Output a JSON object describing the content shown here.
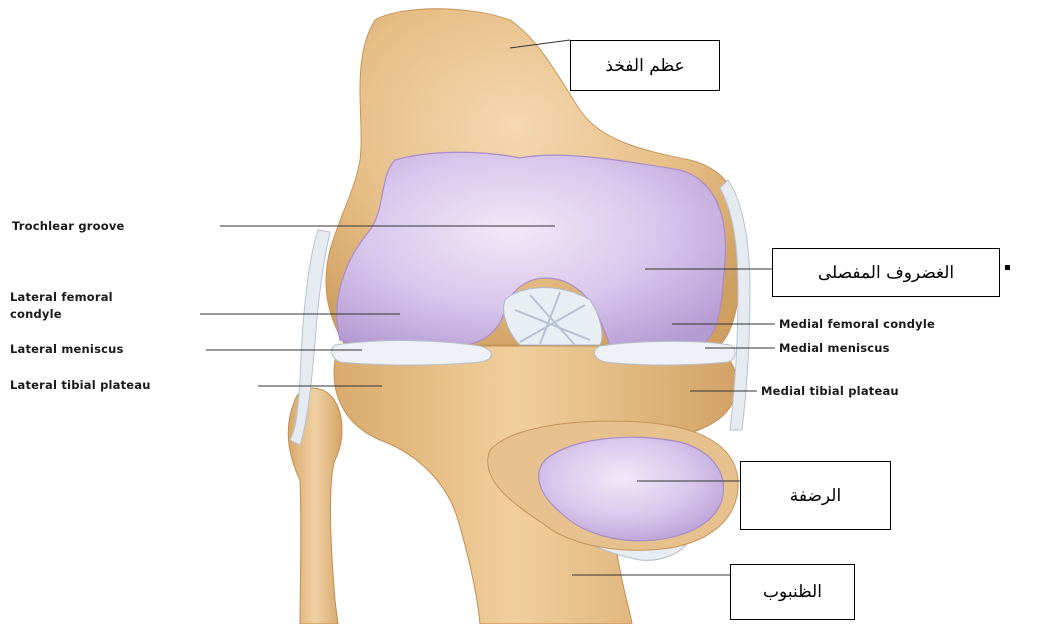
{
  "labels_english": {
    "trochlear_groove": "Trochlear groove",
    "lateral_femoral_condyle_1": "Lateral femoral",
    "lateral_femoral_condyle_2": "condyle",
    "lateral_meniscus": "Lateral meniscus",
    "lateral_tibial_plateau": "Lateral tibial plateau",
    "medial_femoral_condyle": "Medial femoral condyle",
    "medial_meniscus": "Medial meniscus",
    "medial_tibial_plateau": "Medial tibial plateau"
  },
  "labels_arabic": {
    "femur": "عظم الفخذ",
    "articular_cartilage": "الغضروف المفصلى",
    "patella": "الرضفة",
    "tibia": "الظنبوب"
  },
  "colors": {
    "bone": "#e9c48f",
    "bone_shadow": "#d3a56a",
    "cartilage": "#d9c8ec",
    "cartilage_edge": "#b9a2d6",
    "meniscus": "#eef0f6",
    "ligament": "#e4e8f0",
    "leader_line": "#333333"
  }
}
